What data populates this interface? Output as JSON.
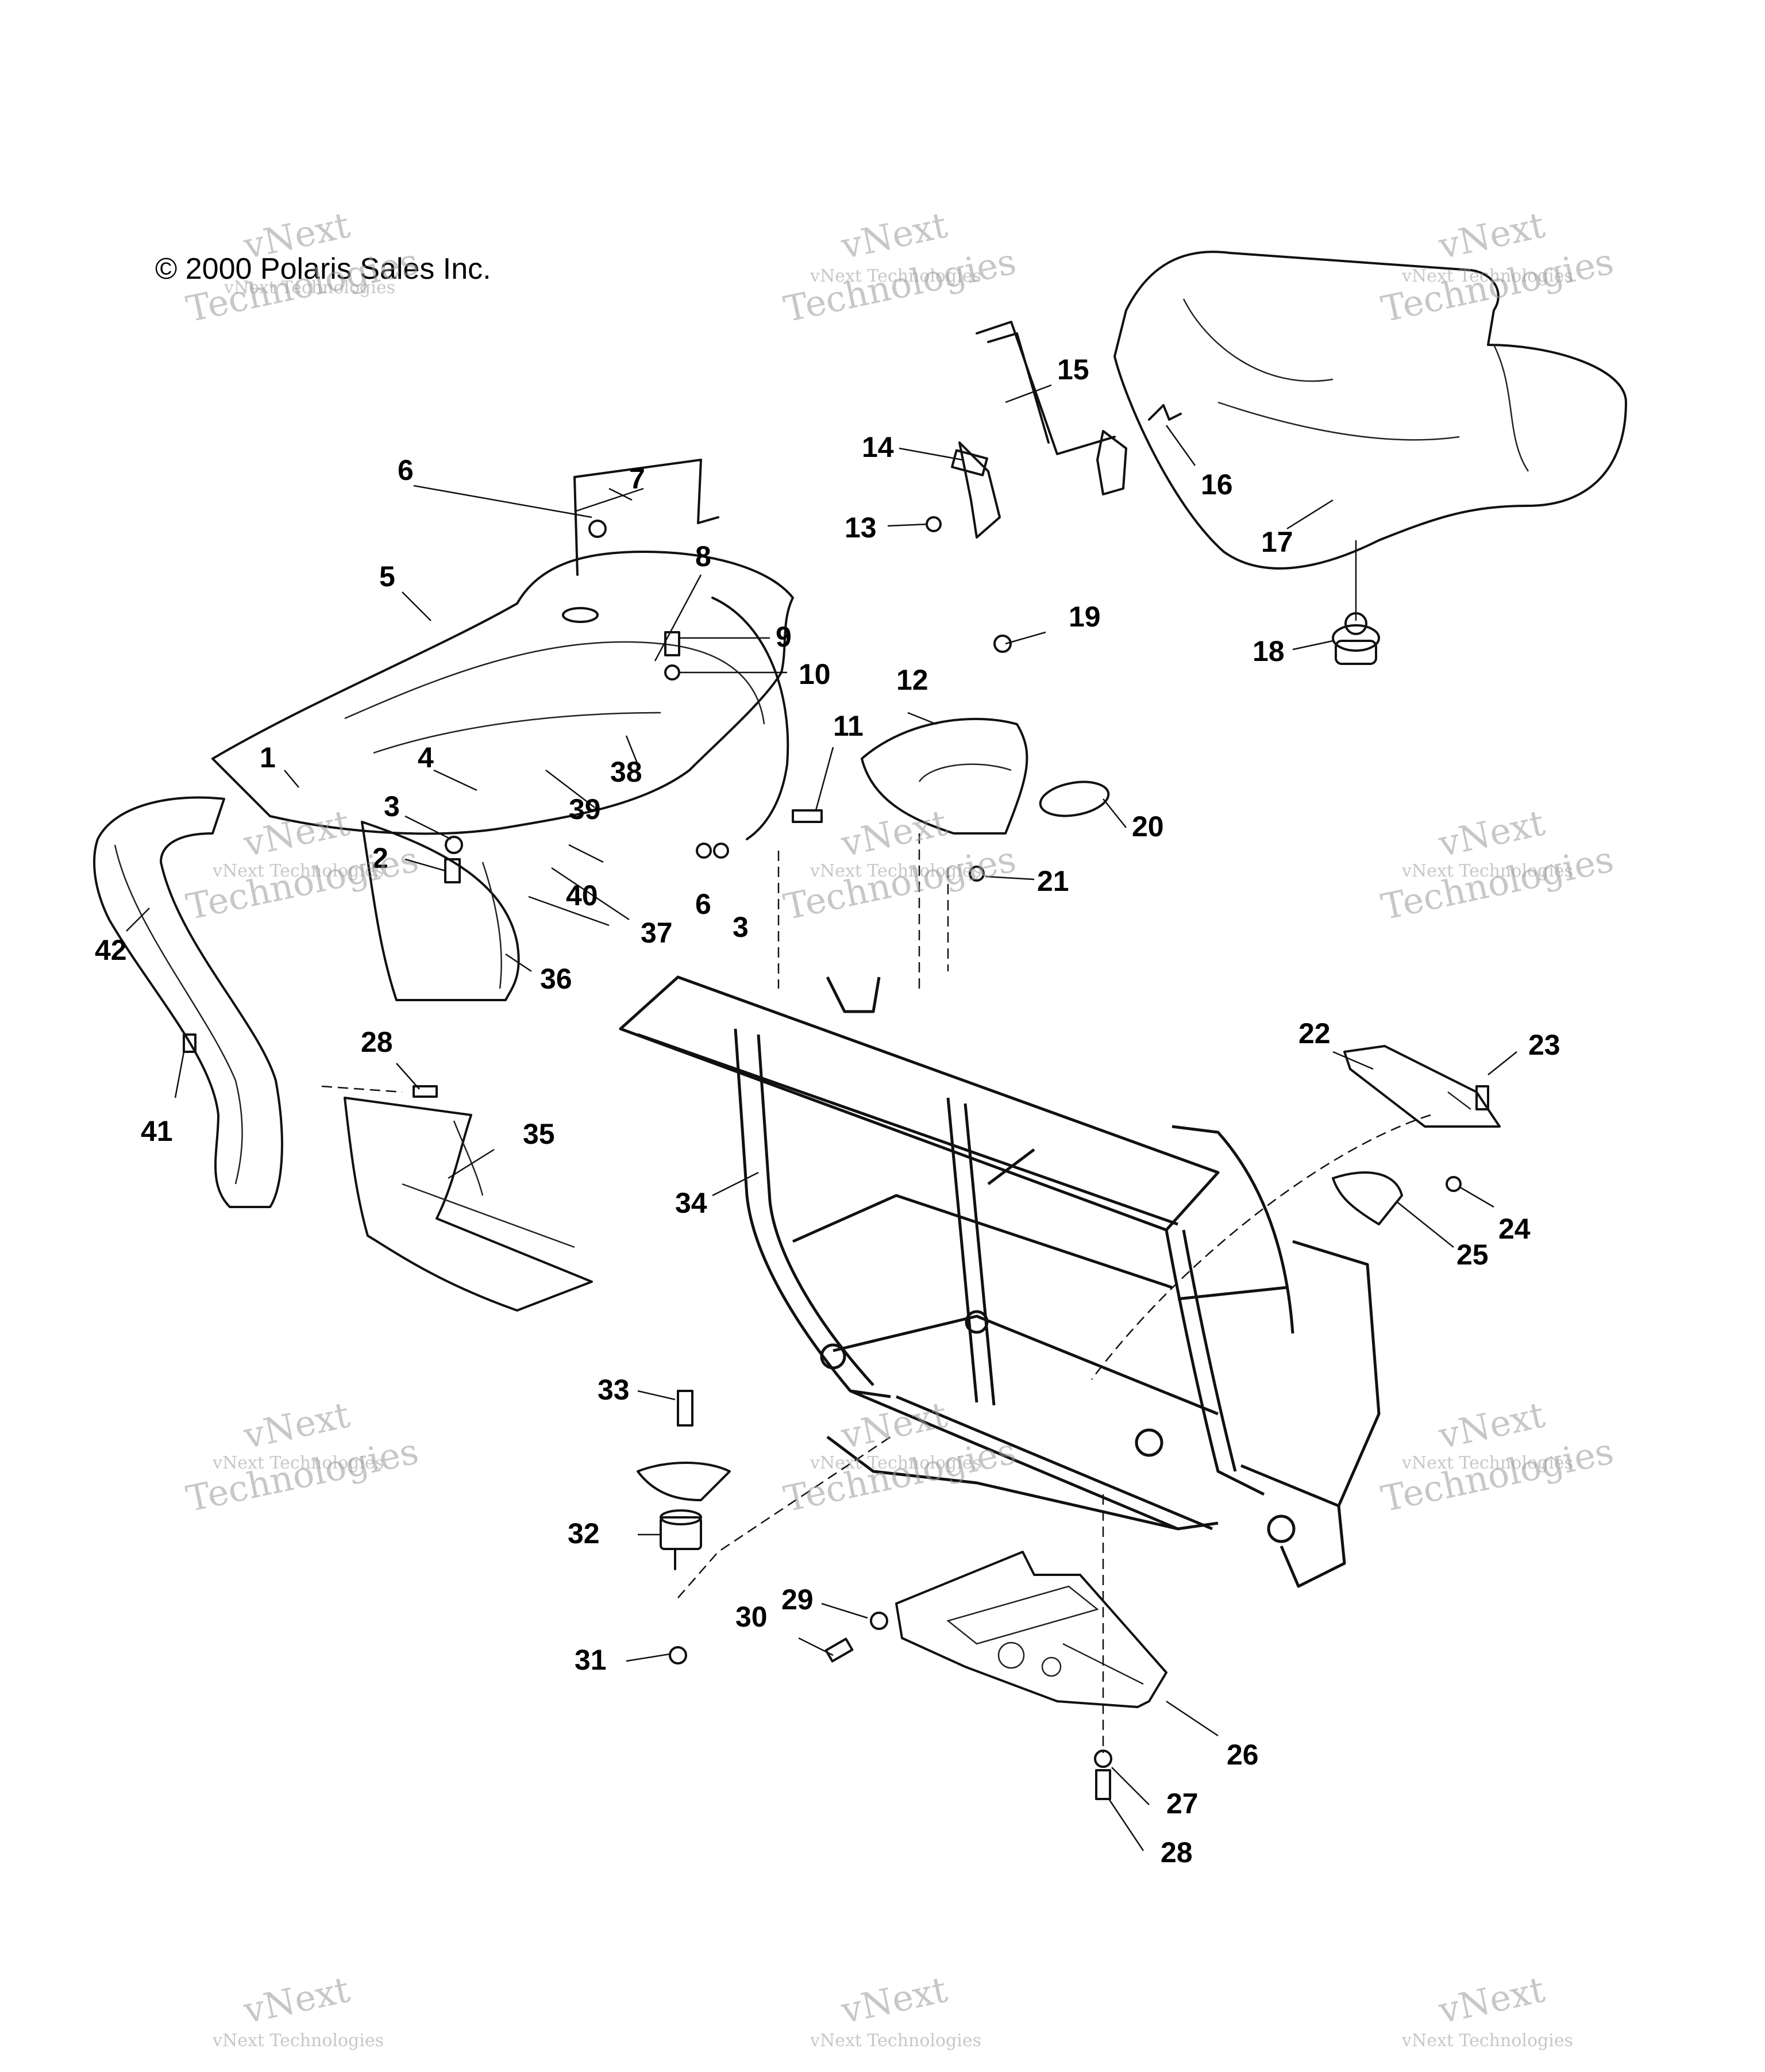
{
  "copyright": "© 2000 Polaris Sales Inc.",
  "watermark": {
    "line1": "vNext",
    "line2": "vNext Technologies",
    "line3": "Technologies"
  },
  "callouts": {
    "c1": "1",
    "c2": "2",
    "c3a": "3",
    "c3b": "3",
    "c4": "4",
    "c5": "5",
    "c6a": "6",
    "c6b": "6",
    "c7": "7",
    "c8": "8",
    "c9": "9",
    "c10": "10",
    "c11": "11",
    "c12": "12",
    "c13": "13",
    "c14": "14",
    "c15": "15",
    "c16": "16",
    "c17": "17",
    "c18": "18",
    "c19": "19",
    "c20": "20",
    "c21": "21",
    "c22": "22",
    "c23": "23",
    "c24": "24",
    "c25": "25",
    "c26": "26",
    "c27": "27",
    "c28a": "28",
    "c28b": "28",
    "c29": "29",
    "c30": "30",
    "c31": "31",
    "c32": "32",
    "c33": "33",
    "c34": "34",
    "c35": "35",
    "c36": "36",
    "c37": "37",
    "c38": "38",
    "c39": "39",
    "c40": "40",
    "c41": "41",
    "c42": "42"
  }
}
